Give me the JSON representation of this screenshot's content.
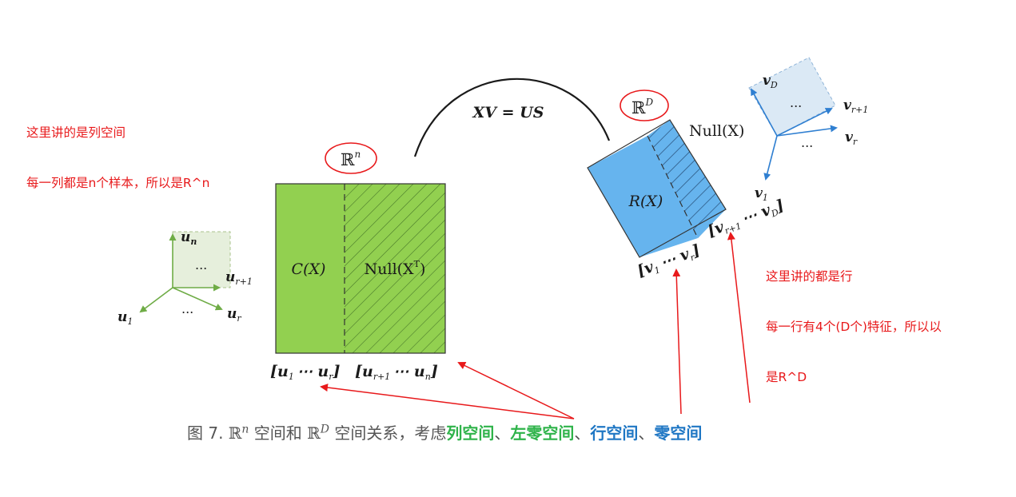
{
  "notes": {
    "left": {
      "line1": "这里讲的是列空间",
      "line2": "每一列都是n个样本，所以是R^n"
    },
    "right": {
      "line1": "这里讲的都是行",
      "line2": "每一行有4个(D个)特征，所以以",
      "line3": "是R^D"
    }
  },
  "diagram": {
    "equation": "XV = US",
    "left_space_label": "ℝ",
    "left_space_sup": "n",
    "right_space_label": "ℝ",
    "right_space_sup": "D",
    "column_space_label": "C(X)",
    "left_null_label": "Null(X",
    "left_null_sup": "T",
    "left_null_close": ")",
    "row_space_label": "R(X)",
    "null_space_label": "Null(X)",
    "u_bracket_1": "[u",
    "u_bracket_1_sub": "1",
    "u_bracket_1_end": "⋯ u",
    "u_bracket_1_end_sub": "r",
    "u_bracket_2": "[u",
    "u_bracket_2_sub": "r+1",
    "u_bracket_2_end": "⋯ u",
    "u_bracket_2_end_sub": "n",
    "v_bracket_1": "[v",
    "v_bracket_1_sub": "1",
    "v_bracket_1_end": "⋯ v",
    "v_bracket_1_end_sub": "r",
    "v_bracket_2": "[v",
    "v_bracket_2_sub": "r+1",
    "v_bracket_2_end": "⋯ v",
    "v_bracket_2_end_sub": "D",
    "u_axes": {
      "un": "u",
      "un_sub": "n",
      "ur1": "u",
      "ur1_sub": "r+1",
      "ur": "u",
      "ur_sub": "r",
      "u1": "u",
      "u1_sub": "1",
      "dots": "..."
    },
    "v_axes": {
      "vD": "v",
      "vD_sub": "D",
      "vr1": "v",
      "vr1_sub": "r+1",
      "vr": "v",
      "vr_sub": "r",
      "v1": "v",
      "v1_sub": "1",
      "dots": "..."
    }
  },
  "caption": {
    "prefix": "图 7. ",
    "rn": "ℝ",
    "rn_sup": "n",
    "mid1": " 空间和 ",
    "rd": "ℝ",
    "rd_sup": "D",
    "mid2": " 空间关系，考虑",
    "term1": "列空间",
    "sep1": "、",
    "term2": "左零空间",
    "sep2": "、",
    "term3": "行空间",
    "sep3": "、",
    "term4": "零空间"
  },
  "colors": {
    "green_block": "#92d050",
    "blue_block": "#66b4ee",
    "annotation_red": "#e8191b",
    "caption_green": "#2fb34a",
    "caption_blue": "#1f77c4",
    "axis_green": "#6fac46",
    "axis_blue": "#2f7fd1"
  }
}
